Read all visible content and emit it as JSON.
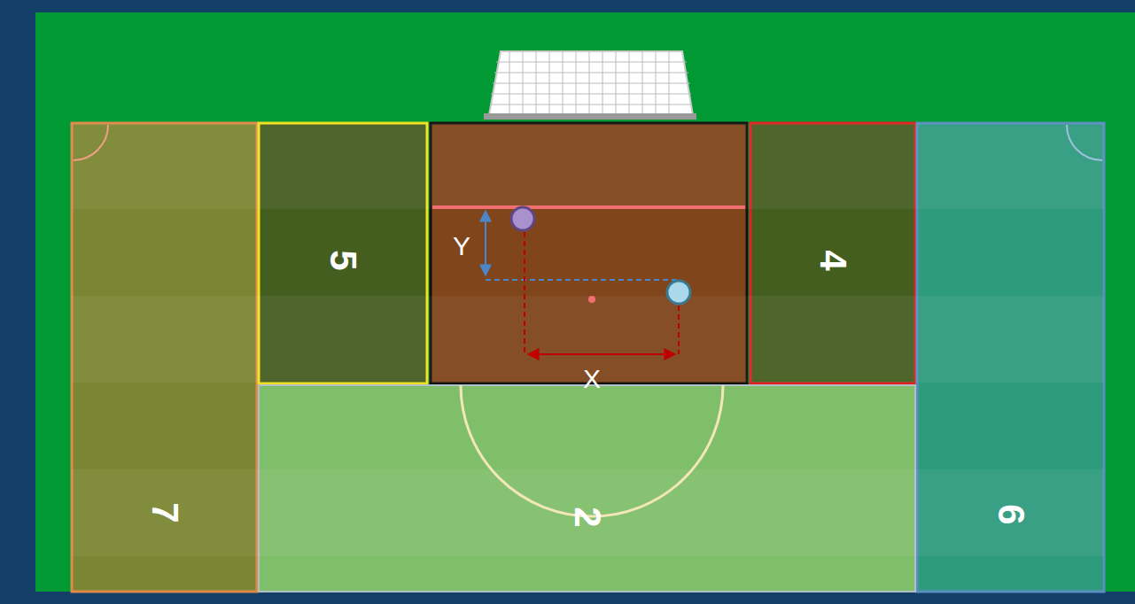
{
  "diagram": {
    "nodes": [
      {
        "text": [
          "7"
        ]
      },
      {
        "text": [
          "5"
        ]
      },
      {
        "text": [
          "4"
        ]
      },
      {
        "text": [
          "6"
        ]
      },
      {
        "text": [
          "2"
        ]
      }
    ],
    "labels": [
      "Y",
      "X"
    ]
  }
}
